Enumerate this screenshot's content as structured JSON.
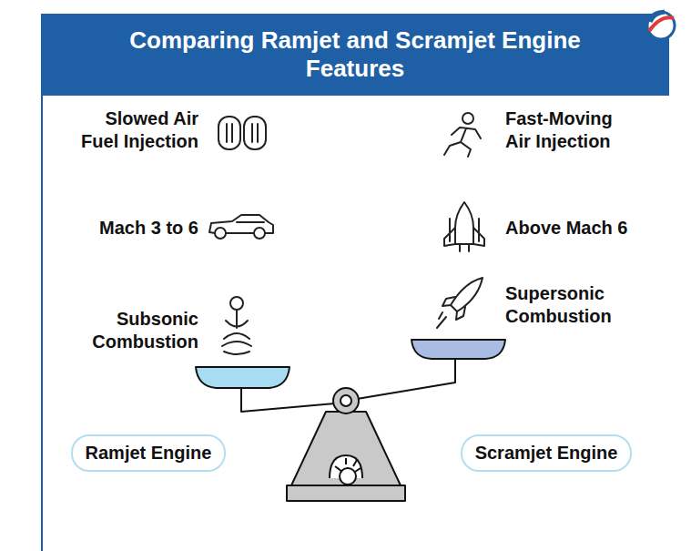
{
  "diagram": {
    "title": "Comparing Ramjet and Scramjet Engine Features",
    "nodes": [
      {
        "text": [
          "Ramjet Engine"
        ]
      },
      {
        "text": [
          "Scramjet Engine"
        ]
      }
    ],
    "labels": [
      "Slowed Air Fuel Injection",
      "Fast-Moving Air Injection",
      "Mach 3 to 6",
      "Above Mach 6",
      "Subsonic Combustion",
      "Supersonic Combustion"
    ]
  }
}
